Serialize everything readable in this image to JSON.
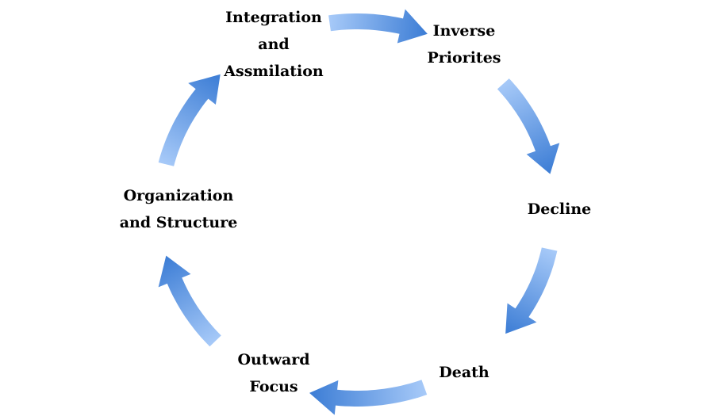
{
  "title": "Organizational life cycle",
  "colors": {
    "arrow_light": "#a6c9f8",
    "arrow_dark": "#3f7fd6",
    "text": "#000000"
  },
  "stages": [
    {
      "lines": [
        "Integration",
        "and",
        "Assmilation"
      ]
    },
    {
      "lines": [
        "Inverse",
        "Priorites"
      ]
    },
    {
      "lines": [
        "Decline"
      ]
    },
    {
      "lines": [
        "Death"
      ]
    },
    {
      "lines": [
        "Outward",
        "Focus"
      ]
    },
    {
      "lines": [
        "Organization",
        "and Structure"
      ]
    }
  ]
}
